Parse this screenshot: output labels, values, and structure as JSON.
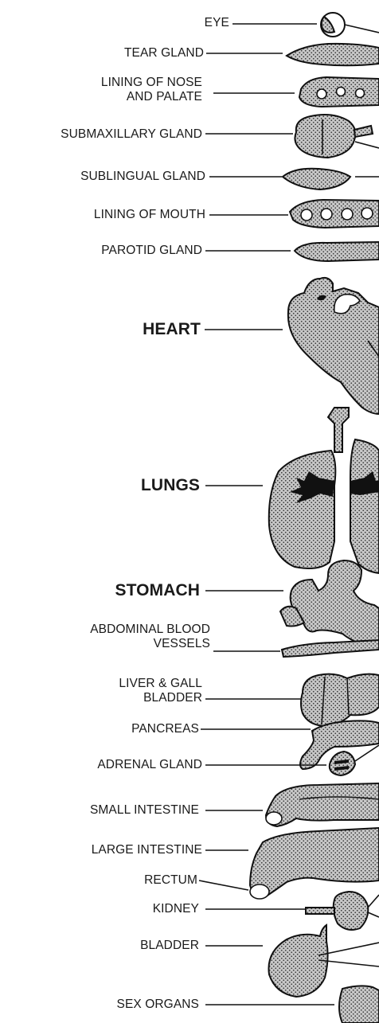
{
  "labels": {
    "eye": "EYE",
    "tear_gland": "TEAR GLAND",
    "lining_nose": "LINING OF NOSE\nAND PALATE",
    "submaxillary": "SUBMAXILLARY GLAND",
    "sublingual": "SUBLINGUAL GLAND",
    "lining_mouth": "LINING OF MOUTH",
    "parotid": "PAROTID GLAND",
    "heart": "HEART",
    "lungs": "LUNGS",
    "stomach": "STOMACH",
    "abdominal": "ABDOMINAL BLOOD\nVESSELS",
    "liver": "LIVER & GALL\nBLADDER",
    "pancreas": "PANCREAS",
    "adrenal": "ADRENAL GLAND",
    "small_intestine": "SMALL INTESTINE",
    "large_intestine": "LARGE INTESTINE",
    "rectum": "RECTUM",
    "kidney": "KIDNEY",
    "bladder": "BLADDER",
    "sex_organs": "SEX ORGANS"
  },
  "colors": {
    "ink": "#111111",
    "paper": "#ffffff"
  }
}
